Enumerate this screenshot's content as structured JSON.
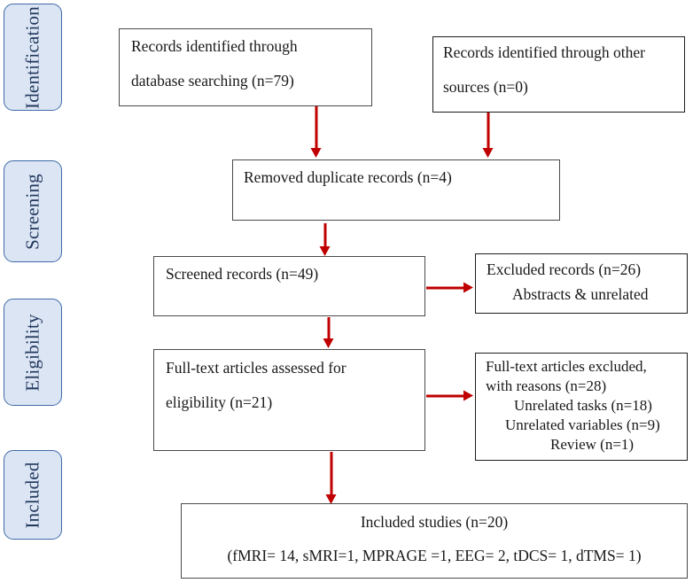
{
  "figure": {
    "type": "prisma-flow-diagram",
    "colors": {
      "stage_fill": "#dbe5f4",
      "stage_border": "#3f6aa8",
      "stage_text": "#20375c",
      "box_border": "#4a4a4a",
      "arrow": "#c00000",
      "text": "#181818",
      "background": "#ffffff"
    }
  },
  "stages": [
    {
      "label": "Identification"
    },
    {
      "label": "Screening"
    },
    {
      "label": "Eligibility"
    },
    {
      "label": "Included"
    }
  ],
  "boxes": {
    "database_records": {
      "lines": [
        "Records identified through",
        "database searching (n=79)"
      ]
    },
    "other_records": {
      "lines": [
        "Records identified through other",
        "sources (n=0)"
      ]
    },
    "duplicates_removed": {
      "lines": [
        "Removed duplicate records (n=4)"
      ]
    },
    "screened_records": {
      "lines": [
        "Screened records (n=49)"
      ]
    },
    "excluded_records": {
      "lines": [
        "Excluded records (n=26)",
        "Abstracts & unrelated"
      ]
    },
    "fulltext_assessed": {
      "lines": [
        "Full-text articles assessed for",
        "eligibility (n=21)"
      ]
    },
    "fulltext_excluded": {
      "lines": [
        "Full-text articles excluded,",
        "with reasons (n=28)",
        "Unrelated tasks (n=18)",
        "Unrelated variables (n=9)",
        "Review (n=1)"
      ]
    },
    "included_studies": {
      "lines": [
        "Included studies (n=20)",
        "(fMRI= 14, sMRI=1, MPRAGE =1, EEG= 2, tDCS= 1,  dTMS= 1)"
      ]
    }
  },
  "arrows": [
    {
      "name": "database-to-duplicates",
      "direction": "down"
    },
    {
      "name": "other-sources-to-duplicates",
      "direction": "down"
    },
    {
      "name": "duplicates-to-screened",
      "direction": "down"
    },
    {
      "name": "screened-to-excluded",
      "direction": "right"
    },
    {
      "name": "screened-to-fulltext",
      "direction": "down"
    },
    {
      "name": "fulltext-to-excluded-reasons",
      "direction": "right"
    },
    {
      "name": "fulltext-to-included",
      "direction": "down"
    }
  ]
}
